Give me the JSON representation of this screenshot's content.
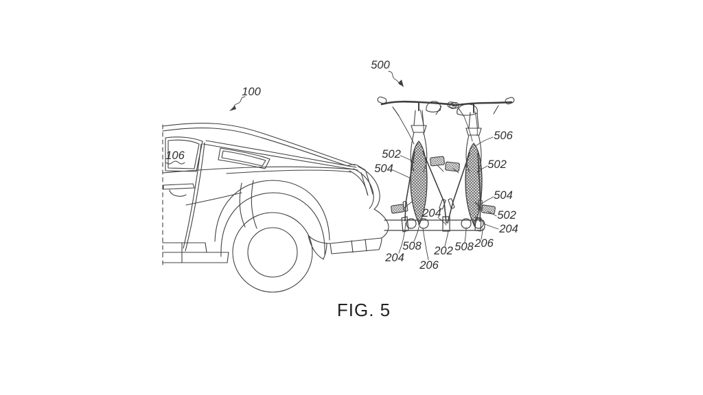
{
  "figure": {
    "caption": "FIG. 5",
    "colors": {
      "line": "#3f3f3f",
      "background": "#ffffff",
      "label_text": "#2e2e2e"
    },
    "labels": [
      {
        "id": "100",
        "text": "100",
        "meaning": "vehicle"
      },
      {
        "id": "106",
        "text": "106",
        "meaning": "vehicle body panel"
      },
      {
        "id": "500",
        "text": "500",
        "meaning": "bike rack assembly"
      },
      {
        "id": "506",
        "text": "506",
        "meaning": "bicycle head tube area"
      },
      {
        "id": "502-left",
        "text": "502"
      },
      {
        "id": "504-left",
        "text": "504"
      },
      {
        "id": "502-right-upper",
        "text": "502"
      },
      {
        "id": "504-right",
        "text": "504"
      },
      {
        "id": "502-right-lower",
        "text": "502"
      },
      {
        "id": "204-right",
        "text": "204"
      },
      {
        "id": "204-center",
        "text": "204"
      },
      {
        "id": "508-left",
        "text": "508"
      },
      {
        "id": "202",
        "text": "202"
      },
      {
        "id": "508-right",
        "text": "508"
      },
      {
        "id": "206-right",
        "text": "206"
      },
      {
        "id": "204-bottom-left",
        "text": "204"
      },
      {
        "id": "206-bottom",
        "text": "206"
      }
    ]
  }
}
